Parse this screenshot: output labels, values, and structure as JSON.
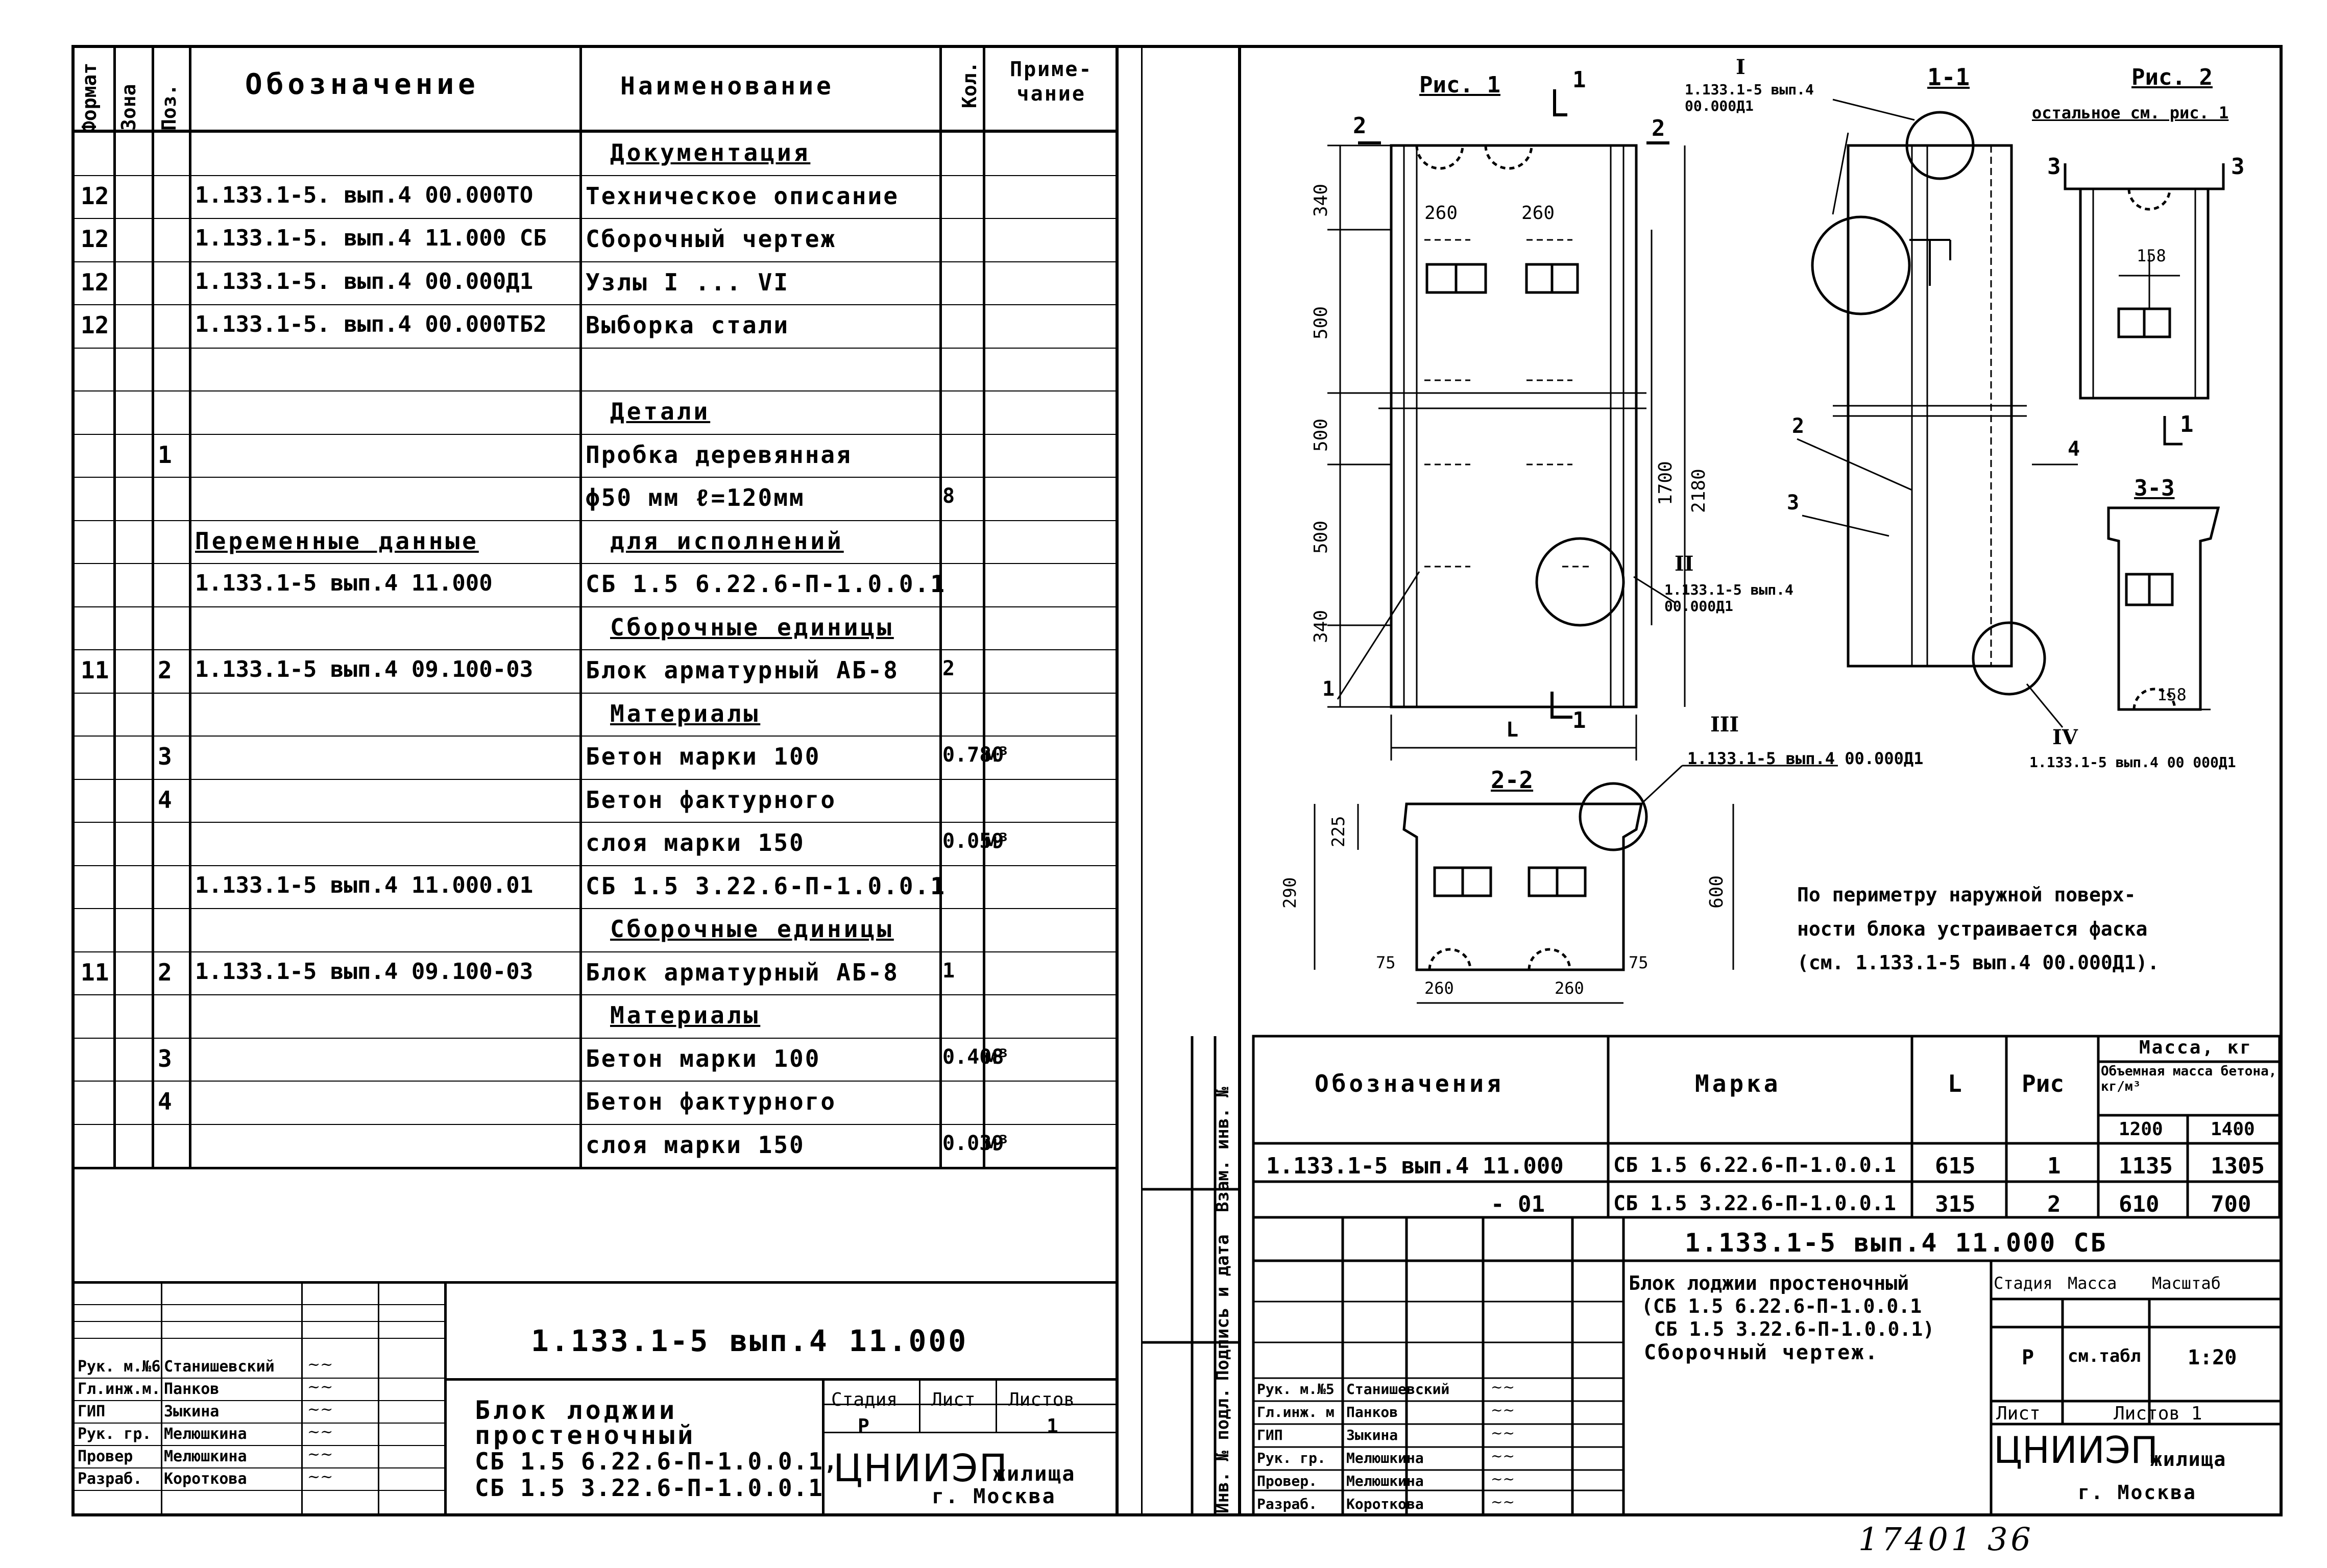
{
  "spec": {
    "headers": {
      "format": "Формат",
      "zone": "Зона",
      "pos": "Поз.",
      "designation": "Обозначение",
      "name": "Наименование",
      "qty": "Кол.",
      "note": "Приме-\nчание"
    },
    "rows": [
      {
        "format": "",
        "zone": "",
        "pos": "",
        "designation": "",
        "name": "Документация",
        "qty": "",
        "note": "",
        "heading": true
      },
      {
        "format": "12",
        "zone": "",
        "pos": "",
        "designation": "1.133.1-5. вып.4 00.000ТО",
        "name": "Техническое описание",
        "qty": "",
        "note": ""
      },
      {
        "format": "12",
        "zone": "",
        "pos": "",
        "designation": "1.133.1-5. вып.4 11.000 СБ",
        "name": "Сборочный чертеж",
        "qty": "",
        "note": ""
      },
      {
        "format": "12",
        "zone": "",
        "pos": "",
        "designation": "1.133.1-5. вып.4 00.000Д1",
        "name": "Узлы I ... VI",
        "qty": "",
        "note": ""
      },
      {
        "format": "12",
        "zone": "",
        "pos": "",
        "designation": "1.133.1-5. вып.4 00.000ТБ2",
        "name": "Выборка стали",
        "qty": "",
        "note": ""
      },
      {
        "format": "",
        "zone": "",
        "pos": "",
        "designation": "",
        "name": "",
        "qty": "",
        "note": ""
      },
      {
        "format": "",
        "zone": "",
        "pos": "",
        "designation": "",
        "name": "Детали",
        "qty": "",
        "note": "",
        "heading": true
      },
      {
        "format": "",
        "zone": "",
        "pos": "1",
        "designation": "",
        "name": "Пробка деревянная",
        "qty": "",
        "note": ""
      },
      {
        "format": "",
        "zone": "",
        "pos": "",
        "designation": "",
        "name": "ϕ50 мм ℓ=120мм",
        "qty": "8",
        "note": ""
      },
      {
        "format": "",
        "zone": "",
        "pos": "",
        "designation": "Переменные данные",
        "name": "для исполнений",
        "qty": "",
        "note": "",
        "heading": true
      },
      {
        "format": "",
        "zone": "",
        "pos": "",
        "designation": "1.133.1-5 вып.4 11.000",
        "name": "СБ 1.5 6.22.6-П-1.0.0.1",
        "qty": "",
        "note": ""
      },
      {
        "format": "",
        "zone": "",
        "pos": "",
        "designation": "",
        "name": "Сборочные единицы",
        "qty": "",
        "note": "",
        "heading": true
      },
      {
        "format": "11",
        "zone": "",
        "pos": "2",
        "designation": "1.133.1-5 вып.4 09.100-03",
        "name": "Блок арматурный АБ-8",
        "qty": "2",
        "note": ""
      },
      {
        "format": "",
        "zone": "",
        "pos": "",
        "designation": "",
        "name": "Материалы",
        "qty": "",
        "note": "",
        "heading": true
      },
      {
        "format": "",
        "zone": "",
        "pos": "3",
        "designation": "",
        "name": "Бетон марки 100",
        "qty": "0.780",
        "note": "м³"
      },
      {
        "format": "",
        "zone": "",
        "pos": "4",
        "designation": "",
        "name": "Бетон фактурного",
        "qty": "",
        "note": ""
      },
      {
        "format": "",
        "zone": "",
        "pos": "",
        "designation": "",
        "name": "слоя марки 150",
        "qty": "0.059",
        "note": "м³"
      },
      {
        "format": "",
        "zone": "",
        "pos": "",
        "designation": "1.133.1-5 вып.4 11.000.01",
        "name": "СБ 1.5 3.22.6-П-1.0.0.1",
        "qty": "",
        "note": ""
      },
      {
        "format": "",
        "zone": "",
        "pos": "",
        "designation": "",
        "name": "Сборочные единицы",
        "qty": "",
        "note": "",
        "heading": true
      },
      {
        "format": "11",
        "zone": "",
        "pos": "2",
        "designation": "1.133.1-5 вып.4 09.100-03",
        "name": "Блок арматурный АБ-8",
        "qty": "1",
        "note": ""
      },
      {
        "format": "",
        "zone": "",
        "pos": "",
        "designation": "",
        "name": "Материалы",
        "qty": "",
        "note": "",
        "heading": true
      },
      {
        "format": "",
        "zone": "",
        "pos": "3",
        "designation": "",
        "name": "Бетон марки 100",
        "qty": "0.408",
        "note": "м³"
      },
      {
        "format": "",
        "zone": "",
        "pos": "4",
        "designation": "",
        "name": "Бетон фактурного",
        "qty": "",
        "note": ""
      },
      {
        "format": "",
        "zone": "",
        "pos": "",
        "designation": "",
        "name": "слоя марки 150",
        "qty": "0.039",
        "note": "м³"
      }
    ]
  },
  "left_stamp": {
    "code": "1.133.1-5 вып.4   11.000",
    "title_lines": [
      "Блок лоджии",
      "простеночный",
      "СБ 1.5 6.22.6-П-1.0.0.1,",
      "СБ 1.5 3.22.6-П-1.0.0.1"
    ],
    "stage_label": "Стадия",
    "sheet_label": "Лист",
    "sheets_label": "Листов",
    "stage": "Р",
    "sheets": "1",
    "org": "ЦНИИЭП",
    "org_suffix": "жилища",
    "city": "г. Москва",
    "people": [
      {
        "role": "Рук. м.№6",
        "name": "Станишевский"
      },
      {
        "role": "Гл.инж.м.",
        "name": "Панков"
      },
      {
        "role": "ГИП",
        "name": "Зыкина"
      },
      {
        "role": "Рук. гр.",
        "name": "Мелюшкина"
      },
      {
        "role": "Провер",
        "name": "Мелюшкина"
      },
      {
        "role": "Разраб.",
        "name": "Короткова"
      }
    ]
  },
  "side_labels": {
    "inv_orig": "Инв. № подл.",
    "sign_date": "Подпись и дата",
    "inv_repl": "Взам. инв. №"
  },
  "drawing": {
    "fig1": "Рис. 1",
    "fig2": "Рис. 2",
    "fig2_note": "остальное см. рис. 1",
    "section_1": "1-1",
    "section_2": "2-2",
    "section_3": "3-3",
    "cut_1": "1",
    "cut_2": "2",
    "cut_3": "3",
    "node_I": "I",
    "node_I_ref": "1.133.1-5 вып.4\n00.000Д1",
    "node_II": "II",
    "node_II_ref": "1.133.1-5 вып.4\n00.000Д1",
    "node_III": "III",
    "node_III_ref": "1.133.1-5 вып.4 00.000Д1",
    "node_IV": "IV",
    "node_IV_ref": "1.133.1-5 вып.4 00 000Д1",
    "dims": {
      "d340a": "340",
      "d500a": "500",
      "d500b": "500",
      "d500c": "500",
      "d340b": "340",
      "d1700": "1700",
      "d2180": "2180",
      "d260a": "260",
      "d260b": "260",
      "d158a": "158",
      "d158b": "158",
      "dL": "L",
      "d290": "290",
      "d225": "225",
      "d600": "600",
      "d75a": "75",
      "d75b": "75",
      "d260c": "260",
      "d260d": "260"
    },
    "pos_labels": {
      "p1": "1",
      "p2": "2",
      "p3": "3",
      "p4": "4"
    },
    "note": "По периметру наружной поверх-\nности блока устраивается фаска\n(см. 1.133.1-5 вып.4 00.000Д1)."
  },
  "mark_table": {
    "h_designation": "Обозначения",
    "h_mark": "Марка",
    "h_L": "L",
    "h_fig": "Рис",
    "h_mass": "Масса, кг",
    "h_density": "Объемная масса бетона, кг/м³",
    "h_d1": "1200",
    "h_d2": "1400",
    "rows": [
      {
        "designation": "1.133.1-5 вып.4 11.000",
        "mark": "СБ 1.5 6.22.6-П-1.0.0.1",
        "L": "615",
        "fig": "1",
        "m1": "1135",
        "m2": "1305"
      },
      {
        "designation": "- 01",
        "mark": "СБ 1.5 3.22.6-П-1.0.0.1",
        "L": "315",
        "fig": "2",
        "m1": "610",
        "m2": "700"
      }
    ]
  },
  "right_stamp": {
    "code": "1.133.1-5 вып.4   11.000 СБ",
    "title": [
      "Блок лоджии простеночный",
      "(СБ 1.5 6.22.6-П-1.0.0.1",
      "СБ 1.5 3.22.6-П-1.0.0.1)",
      "Сборочный чертеж."
    ],
    "stage_label": "Стадия",
    "mass_label": "Масса",
    "scale_label": "Масштаб",
    "stage": "Р",
    "mass": "см.табл",
    "scale": "1:20",
    "sheet_label": "Лист",
    "sheets_label": "Листов 1",
    "org": "ЦНИИЭП",
    "org_suffix": "жилища",
    "city": "г. Москва",
    "people": [
      {
        "role": "Рук. м.№5",
        "name": "Станишевский"
      },
      {
        "role": "Гл.инж. м",
        "name": "Панков"
      },
      {
        "role": "ГИП",
        "name": "Зыкина"
      },
      {
        "role": "Рук. гр.",
        "name": "Мелюшкина"
      },
      {
        "role": "Провер.",
        "name": "Мелюшкина"
      },
      {
        "role": "Разраб.",
        "name": "Короткова"
      }
    ]
  },
  "footer_handwritten": "17401   36"
}
